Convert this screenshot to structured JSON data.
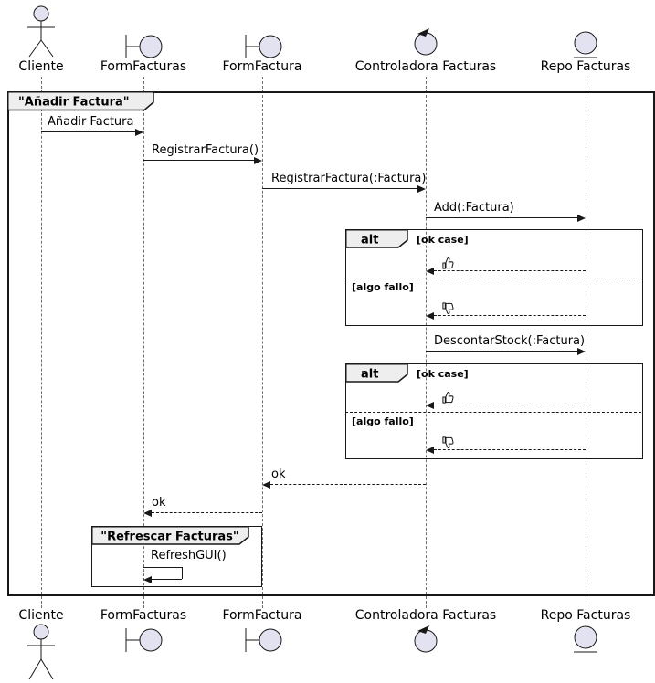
{
  "diagram": {
    "frame_title": "\"Añadir Factura\"",
    "group_title": "\"Refrescar Facturas\"",
    "participants": [
      {
        "name": "Cliente",
        "type": "actor"
      },
      {
        "name": "FormFacturas",
        "type": "boundary"
      },
      {
        "name": "FormFactura",
        "type": "boundary"
      },
      {
        "name": "Controladora Facturas",
        "type": "control"
      },
      {
        "name": "Repo Facturas",
        "type": "entity"
      }
    ],
    "messages": [
      {
        "label": "Añadir Factura",
        "from": "Cliente",
        "to": "FormFacturas",
        "line": "solid"
      },
      {
        "label": "RegistrarFactura()",
        "from": "FormFacturas",
        "to": "FormFactura",
        "line": "solid"
      },
      {
        "label": "RegistrarFactura(:Factura)",
        "from": "FormFactura",
        "to": "Controladora Facturas",
        "line": "solid"
      },
      {
        "label": "Add(:Factura)",
        "from": "Controladora Facturas",
        "to": "Repo Facturas",
        "line": "solid"
      },
      {
        "label": "DescontarStock(:Factura)",
        "from": "Controladora Facturas",
        "to": "Repo Facturas",
        "line": "solid"
      },
      {
        "label": "ok",
        "from": "Controladora Facturas",
        "to": "FormFactura",
        "line": "dashed"
      },
      {
        "label": "ok",
        "from": "FormFactura",
        "to": "FormFacturas",
        "line": "dashed"
      },
      {
        "label": "RefreshGUI()",
        "from": "FormFacturas",
        "to": "FormFacturas",
        "line": "solid"
      }
    ],
    "fragments": [
      {
        "operator": "alt",
        "guard_ok": "[ok case]",
        "guard_fail": "[algo fallo]",
        "ok_reply_icon": "thumbs-up",
        "fail_reply_icon": "thumbs-down"
      },
      {
        "operator": "alt",
        "guard_ok": "[ok case]",
        "guard_fail": "[algo fallo]",
        "ok_reply_icon": "thumbs-up",
        "fail_reply_icon": "thumbs-down"
      }
    ],
    "colors": {
      "participant_fill": "#E2E2F0",
      "header_fill": "#EEEEEE",
      "line": "#181818",
      "lifeline": "#6E6E6E"
    }
  }
}
